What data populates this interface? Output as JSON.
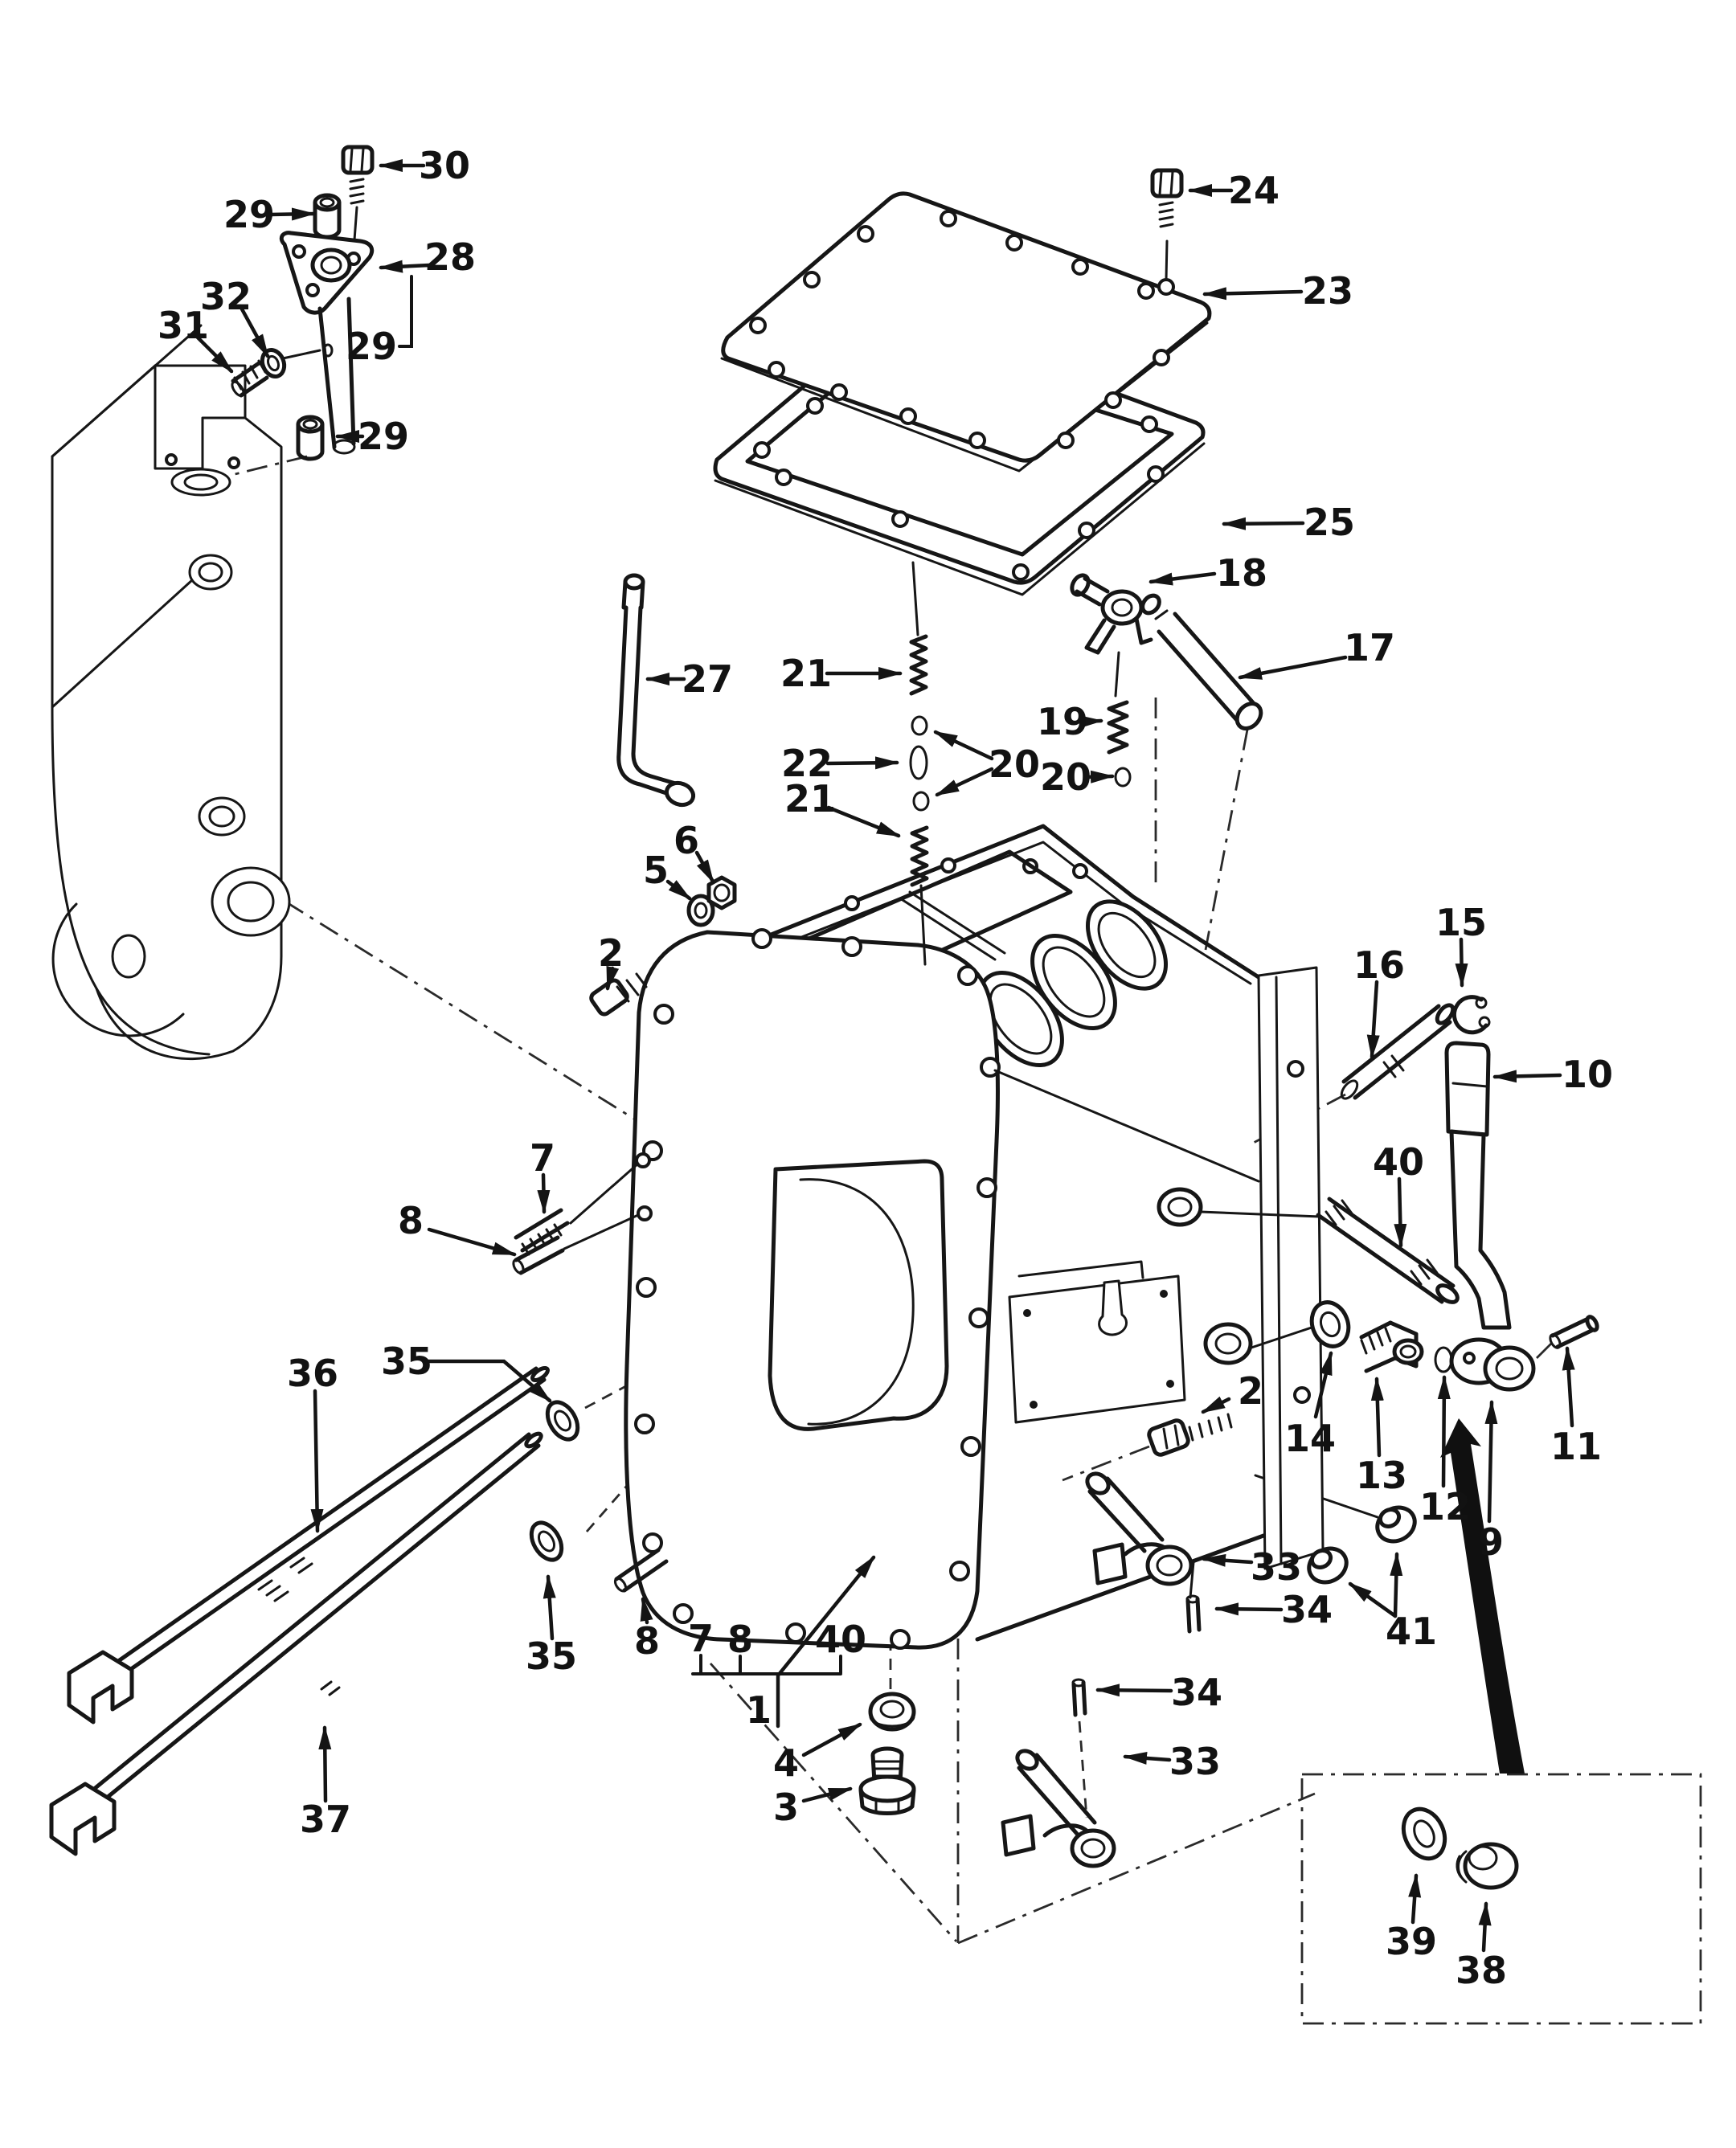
{
  "figure": {
    "type": "exploded-parts-diagram",
    "subject": "transmission-case-assembly",
    "background": "#ffffff",
    "ink": "#161616"
  },
  "callouts": [
    {
      "label": "30"
    },
    {
      "label": "29"
    },
    {
      "label": "28"
    },
    {
      "label": "29"
    },
    {
      "label": "32"
    },
    {
      "label": "31"
    },
    {
      "label": "29"
    },
    {
      "label": "24"
    },
    {
      "label": "23"
    },
    {
      "label": "25"
    },
    {
      "label": "18"
    },
    {
      "label": "17"
    },
    {
      "label": "21"
    },
    {
      "label": "22"
    },
    {
      "label": "20"
    },
    {
      "label": "21"
    },
    {
      "label": "19"
    },
    {
      "label": "20"
    },
    {
      "label": "27"
    },
    {
      "label": "2"
    },
    {
      "label": "5"
    },
    {
      "label": "6"
    },
    {
      "label": "16"
    },
    {
      "label": "15"
    },
    {
      "label": "10"
    },
    {
      "label": "40"
    },
    {
      "label": "14"
    },
    {
      "label": "13"
    },
    {
      "label": "12"
    },
    {
      "label": "9"
    },
    {
      "label": "11"
    },
    {
      "label": "41"
    },
    {
      "label": "2"
    },
    {
      "label": "33"
    },
    {
      "label": "34"
    },
    {
      "label": "33"
    },
    {
      "label": "34"
    },
    {
      "label": "7"
    },
    {
      "label": "8"
    },
    {
      "label": "35"
    },
    {
      "label": "36"
    },
    {
      "label": "37"
    },
    {
      "label": "35"
    },
    {
      "label": "8"
    },
    {
      "label": "7"
    },
    {
      "label": "8"
    },
    {
      "label": "40"
    },
    {
      "label": "1"
    },
    {
      "label": "4"
    },
    {
      "label": "3"
    },
    {
      "label": "38"
    },
    {
      "label": "39"
    }
  ]
}
